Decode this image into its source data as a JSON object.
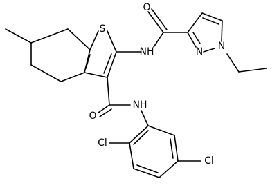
{
  "molecule": {
    "atoms": {
      "S": "S",
      "O_top": "O",
      "NH_amide1": "NH",
      "N_pyr_a": "N",
      "N_pyr_b": "N",
      "O_bottom": "O",
      "NH_amide2": "NH",
      "Cl_1": "Cl",
      "Cl_2": "Cl"
    }
  }
}
